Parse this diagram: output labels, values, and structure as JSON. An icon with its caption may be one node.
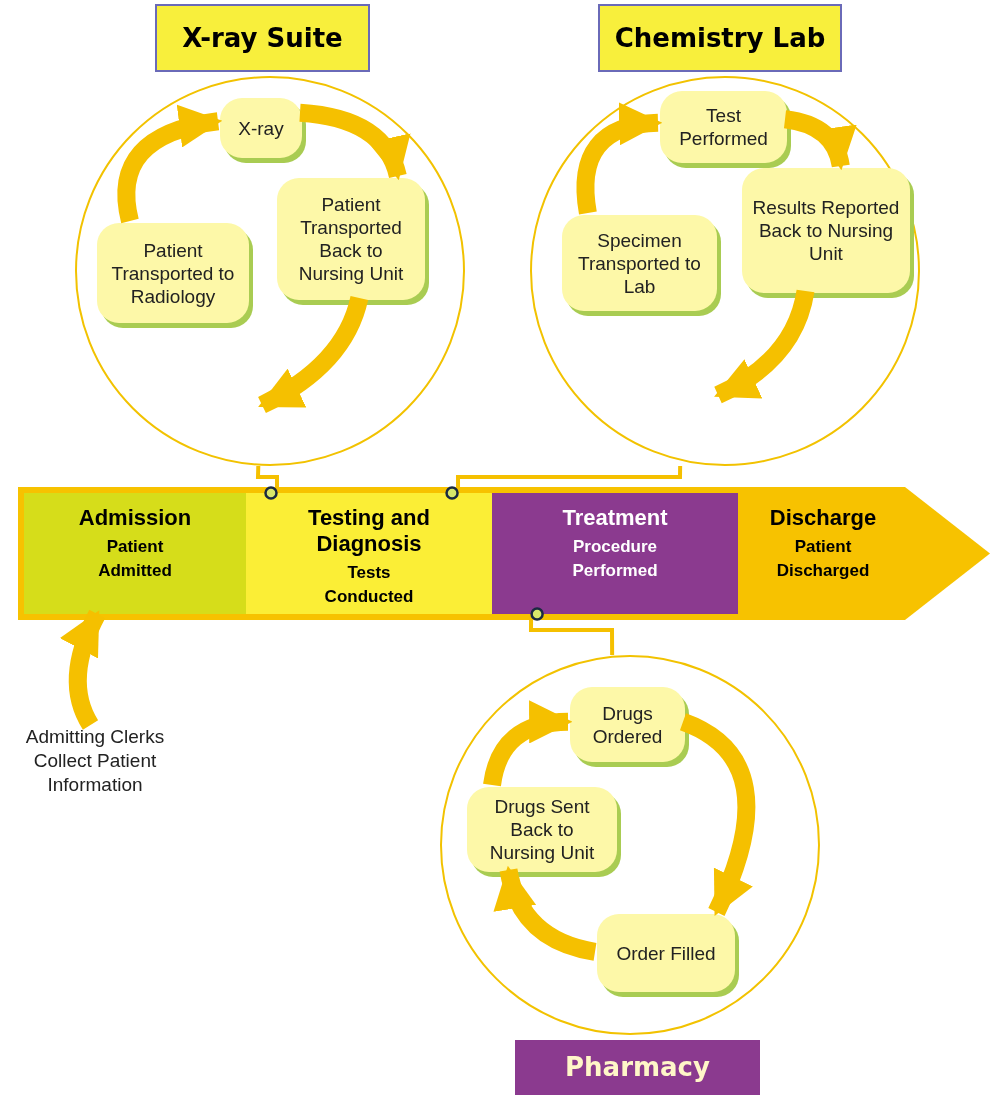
{
  "diagram": {
    "nodes": [
      {
        "text": [
          "X-ray Suite"
        ]
      },
      {
        "text": [],
        "shape": "circle"
      },
      {
        "text": [
          "X-ray"
        ],
        "in": 1
      },
      {
        "text": [
          "Patient Transported Back to Nursing Unit"
        ],
        "in": 1
      },
      {
        "text": [
          "Patient Transported to Radiology"
        ],
        "in": 1
      },
      {
        "text": [
          "Chemistry Lab"
        ]
      },
      {
        "text": [],
        "shape": "circle"
      },
      {
        "text": [
          "Test Performed"
        ],
        "in": 6
      },
      {
        "text": [
          "Results Reported Back to Nursing Unit"
        ],
        "in": 6
      },
      {
        "text": [
          "Specimen Transported to Lab"
        ],
        "in": 6
      },
      {
        "text": [],
        "shape": "arrow"
      },
      {
        "text": [
          "Admission",
          "Patient Admitted"
        ],
        "in": 10
      },
      {
        "text": [
          "Testing and Diagnosis",
          "Tests Conducted"
        ],
        "in": 10
      },
      {
        "text": [
          "Treatment",
          "Procedure Performed"
        ],
        "in": 10
      },
      {
        "text": [
          "Discharge",
          "Patient Discharged"
        ],
        "in": 10
      },
      {
        "text": [
          "Admitting Clerks Collect Patient Information"
        ]
      },
      {
        "text": [],
        "shape": "circle"
      },
      {
        "text": [
          "Drugs Ordered"
        ],
        "in": 16
      },
      {
        "text": [
          "Drugs Sent Back to Nursing Unit"
        ],
        "in": 16
      },
      {
        "text": [
          "Order Filled"
        ],
        "in": 16
      },
      {
        "text": [
          "Pharmacy"
        ]
      }
    ],
    "edges": [
      {
        "from": 4,
        "to": 2,
        "arrow": "to"
      },
      {
        "from": 2,
        "to": 3,
        "arrow": "to"
      },
      {
        "from": 3,
        "to": null,
        "arrow": "to"
      },
      {
        "from": 9,
        "to": 7,
        "arrow": "to"
      },
      {
        "from": 7,
        "to": 8,
        "arrow": "to"
      },
      {
        "from": 8,
        "to": null,
        "arrow": "to"
      },
      {
        "from": 1,
        "to": 12,
        "arrow": "other"
      },
      {
        "from": 6,
        "to": 12,
        "arrow": "other"
      },
      {
        "from": 16,
        "to": 13,
        "arrow": "other"
      },
      {
        "from": 15,
        "to": 11,
        "arrow": "to"
      },
      {
        "from": 17,
        "to": 19,
        "arrow": "to"
      },
      {
        "from": 19,
        "to": 18,
        "arrow": "to"
      },
      {
        "from": 18,
        "to": 17,
        "arrow": "to"
      }
    ]
  }
}
